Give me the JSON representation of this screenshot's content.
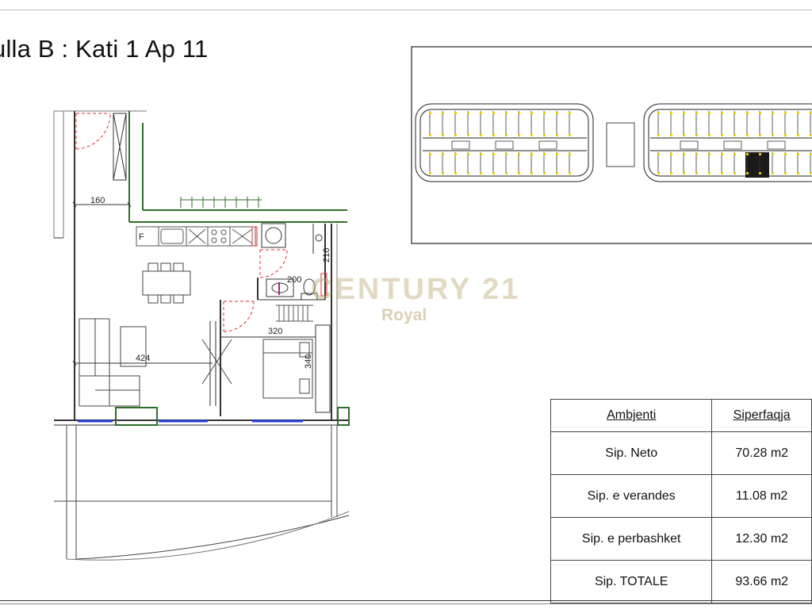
{
  "title": "ulla B : Kati 1 Ap 11",
  "dimensions": {
    "d160": "160",
    "d216": "216",
    "d200": "200",
    "d320": "320",
    "d424": "424",
    "d340": "340"
  },
  "watermark": {
    "brand": "CENTURY 21",
    "sub": "Royal"
  },
  "area_table": {
    "headers": [
      "Ambjenti",
      "Siperfaqja"
    ],
    "rows": [
      {
        "label": "Sip. Neto",
        "value": "70.28 m2"
      },
      {
        "label": "Sip. e verandes",
        "value": "11.08 m2"
      },
      {
        "label": "Sip. e perbashket",
        "value": "12.30 m2"
      },
      {
        "label": "Sip. TOTALE",
        "value": "93.66 m2"
      }
    ]
  },
  "colors": {
    "wall": "#2f6e2a",
    "door": "#e03030",
    "window": "#2b3fd8",
    "highlight": "#1a1a1a"
  }
}
